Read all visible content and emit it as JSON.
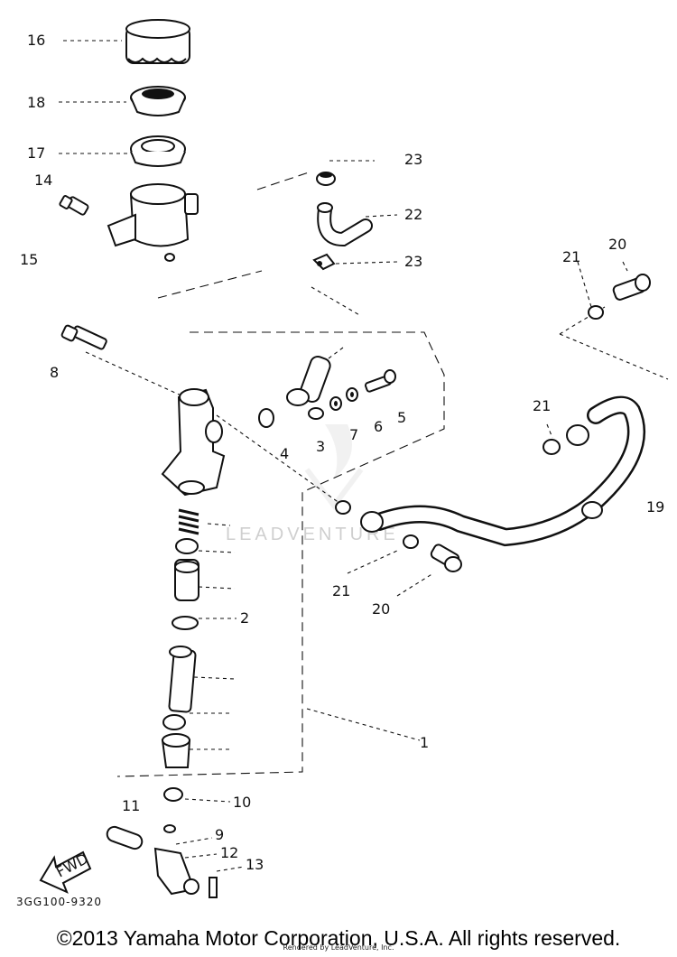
{
  "diagram": {
    "callouts": {
      "c16": "16",
      "c18": "18",
      "c17": "17",
      "c14": "14",
      "c15": "15",
      "c23a": "23",
      "c22": "22",
      "c23b": "23",
      "c21a": "21",
      "c20a": "20",
      "c8": "8",
      "c4": "4",
      "c3": "3",
      "c7": "7",
      "c6": "6",
      "c5": "5",
      "c21b": "21",
      "c19": "19",
      "c2": "2",
      "c21c": "21",
      "c20b": "20",
      "c1": "1",
      "c11": "11",
      "c10": "10",
      "c9": "9",
      "c12": "12",
      "c13": "13"
    },
    "fwd_label": "FWD",
    "part_code": "3GG100-9320",
    "watermark": "LEADVENTURE"
  },
  "footer": {
    "copyright": "©2013 Yamaha Motor Corporation, U.S.A. All rights reserved.",
    "rendered_by": "Rendered by LeadVenture, Inc."
  }
}
